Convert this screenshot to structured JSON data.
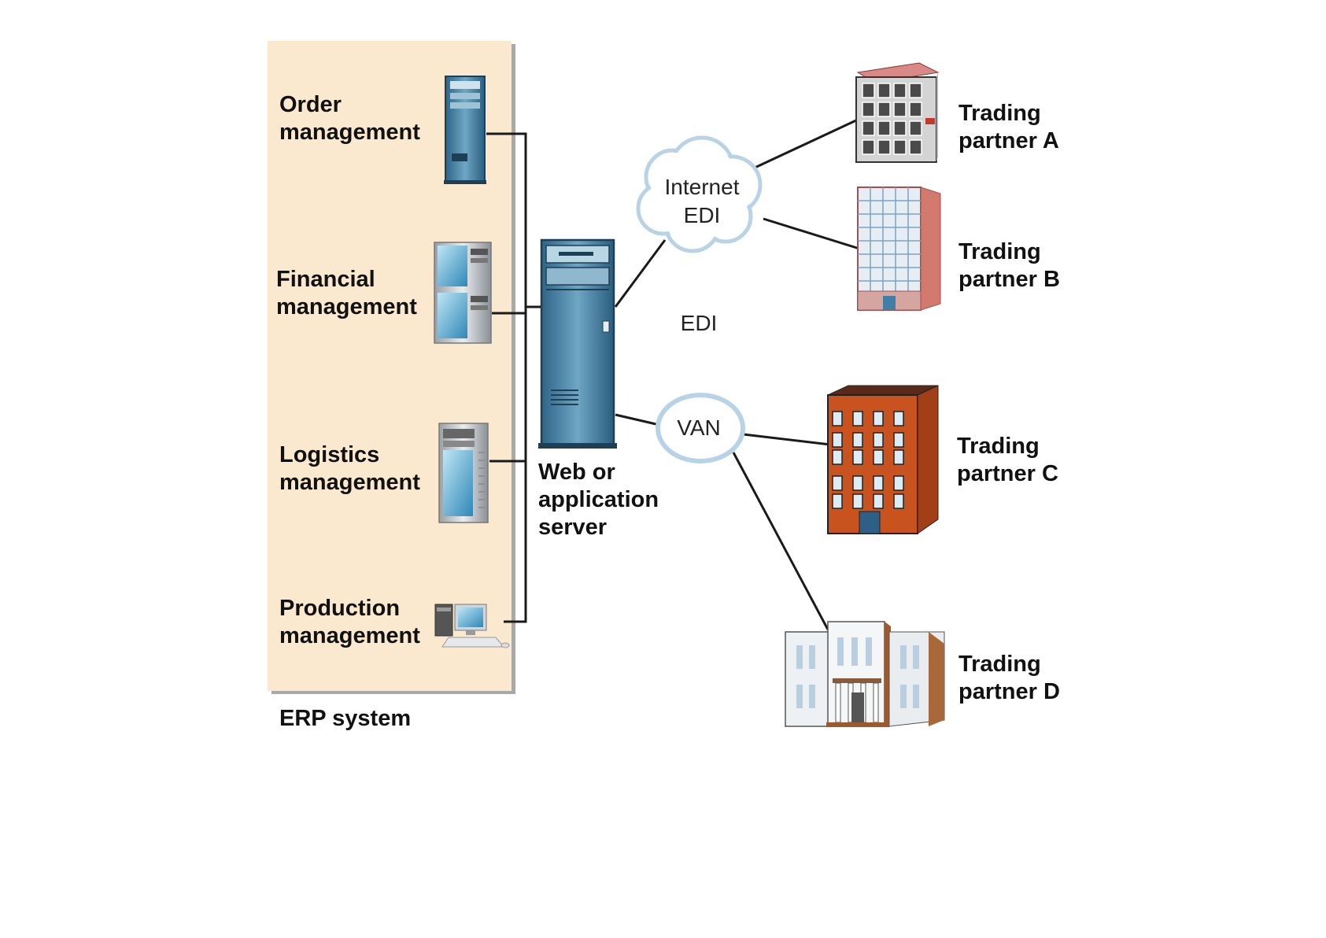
{
  "erp": {
    "caption": "ERP system",
    "modules": [
      {
        "label": "Order\nmanagement"
      },
      {
        "label": "Financial\nmanagement"
      },
      {
        "label": "Logistics\nmanagement"
      },
      {
        "label": "Production\nmanagement"
      }
    ]
  },
  "server": {
    "label": "Web or\napplication\nserver"
  },
  "networks": {
    "internet": "Internet\nEDI",
    "edi": "EDI",
    "van": "VAN"
  },
  "partners": [
    {
      "label": "Trading\npartner A"
    },
    {
      "label": "Trading\npartner B"
    },
    {
      "label": "Trading\npartner C"
    },
    {
      "label": "Trading\npartner D"
    }
  ],
  "colors": {
    "erp_panel": "#fbe9cf",
    "panel_shadow": "#a9a9a9",
    "server_blue": "#4a86a8",
    "cloud_fill": "#ffffff",
    "cloud_edge": "#b8d3e6",
    "brick": "#c4532a",
    "line": "#1a1a1a"
  }
}
